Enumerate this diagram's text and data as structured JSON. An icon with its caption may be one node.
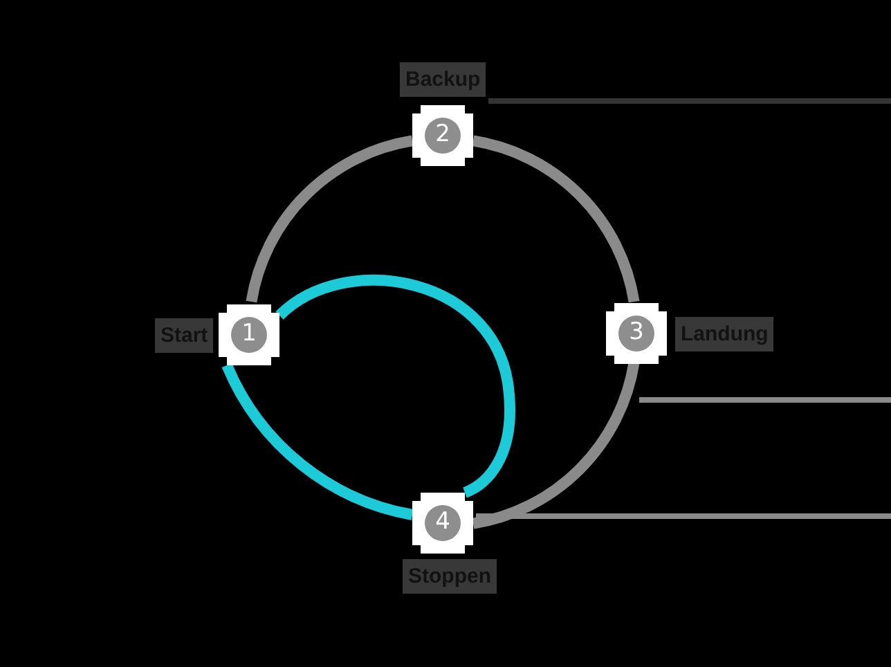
{
  "diagram": {
    "nodes": [
      {
        "text": [
          "1"
        ],
        "beside": [
          "Start"
        ]
      },
      {
        "text": [
          "2"
        ],
        "beside": [
          "Backup"
        ]
      },
      {
        "text": [
          "3"
        ],
        "beside": [
          "Landung"
        ]
      },
      {
        "text": [
          "4"
        ],
        "beside": [
          "Stoppen"
        ]
      }
    ],
    "edges": [
      {
        "from": 0,
        "to": 1,
        "arrow": "none"
      },
      {
        "from": 1,
        "to": 2,
        "arrow": "none"
      },
      {
        "from": 2,
        "to": 3,
        "arrow": "none"
      },
      {
        "from": 0,
        "to": 3,
        "arrow": "none",
        "color": "#1ccad8"
      },
      {
        "from": 3,
        "to": 0,
        "arrow": "none",
        "color": "#1ccad8"
      }
    ]
  }
}
